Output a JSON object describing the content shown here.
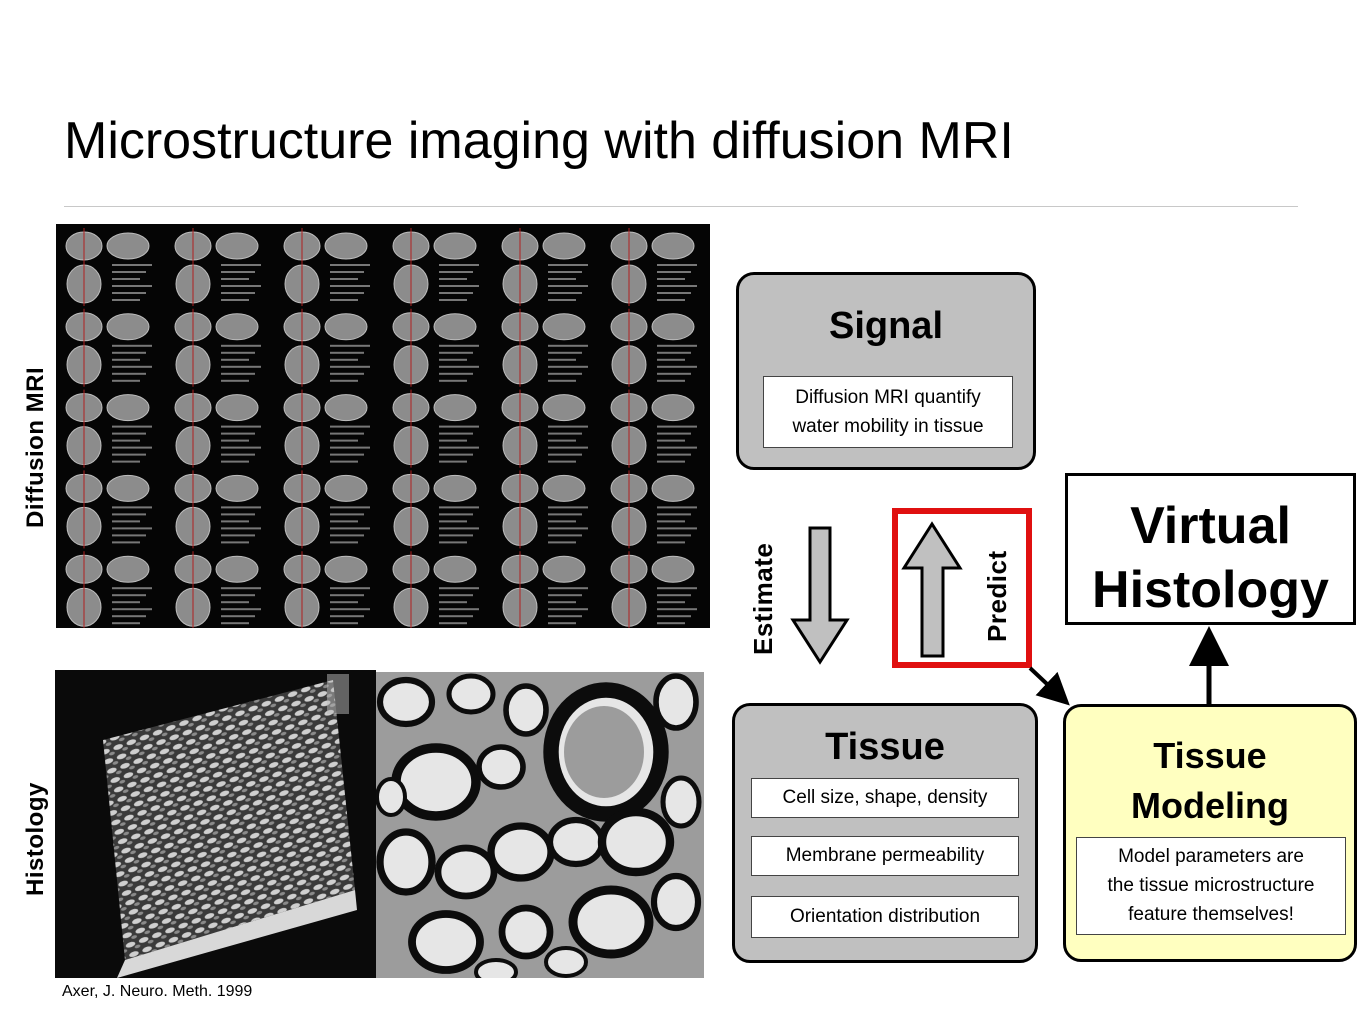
{
  "slide": {
    "title": "Microstructure imaging with diffusion MRI",
    "side_labels": {
      "diffusion_mri": "Diffusion MRI",
      "histology": "Histology"
    },
    "citation": "Axer, J. Neuro. Meth. 1999"
  },
  "diagram": {
    "signal": {
      "title": "Signal",
      "note_line1": "Diffusion MRI quantify",
      "note_line2": "water mobility in tissue"
    },
    "tissue": {
      "title": "Tissue",
      "notes": [
        "Cell size, shape, density",
        "Membrane permeability",
        "Orientation distribution"
      ]
    },
    "tissue_modeling": {
      "title_line1": "Tissue",
      "title_line2": "Modeling",
      "note_line1": "Model parameters are",
      "note_line2": "the tissue microstructure",
      "note_line3": "feature themselves!"
    },
    "virtual_histology": {
      "title_line1": "Virtual",
      "title_line2": "Histology"
    },
    "arrows": {
      "estimate_label": "Estimate",
      "predict_label": "Predict"
    },
    "colors": {
      "box_gray": "#c0c0c0",
      "modeling_yellow": "#ffffc0",
      "highlight_red": "#e01010"
    }
  }
}
